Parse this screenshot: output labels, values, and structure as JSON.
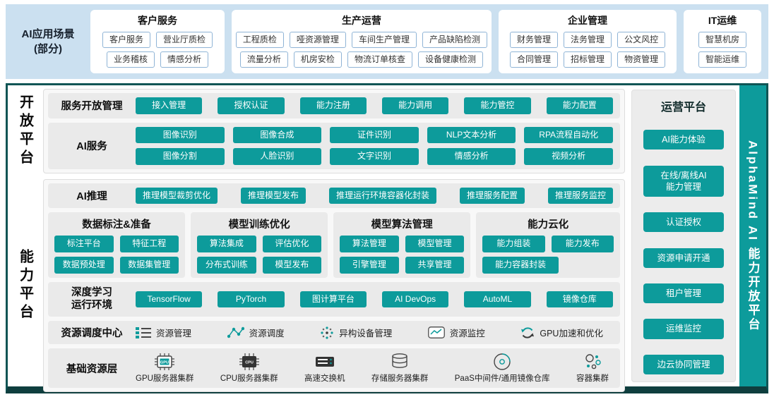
{
  "colors": {
    "accent": "#0d9b9b",
    "band": "#cbe0f0",
    "frame": "#0f5555"
  },
  "top": {
    "label": "AI应用场景\n(部分)",
    "groups": [
      {
        "title": "客户服务",
        "rows": [
          [
            "客户服务",
            "营业厅质检"
          ],
          [
            "业务稽核",
            "情感分析"
          ]
        ]
      },
      {
        "title": "生产运营",
        "rows": [
          [
            "工程质检",
            "哑资源管理",
            "车间生产管理",
            "产品缺陷检测"
          ],
          [
            "流量分析",
            "机房安检",
            "物流订单核查",
            "设备健康检测"
          ]
        ]
      },
      {
        "title": "企业管理",
        "rows": [
          [
            "财务管理",
            "法务管理",
            "公文风控"
          ],
          [
            "合同管理",
            "招标管理",
            "物资管理"
          ]
        ]
      },
      {
        "title": "IT运维",
        "rows": [
          [
            "智慧机房"
          ],
          [
            "智能运维"
          ]
        ]
      }
    ]
  },
  "open_platform": {
    "side_label": "开放平台",
    "service_mgmt": {
      "title": "服务开放管理",
      "buttons": [
        "接入管理",
        "授权认证",
        "能力注册",
        "能力调用",
        "能力管控",
        "能力配置"
      ]
    },
    "ai_services": {
      "title": "AI服务",
      "rows": [
        [
          "图像识别",
          "图像合成",
          "证件识别",
          "NLP文本分析",
          "RPA流程自动化"
        ],
        [
          "图像分割",
          "人脸识别",
          "文字识别",
          "情感分析",
          "视频分析"
        ]
      ]
    }
  },
  "capability_platform": {
    "side_label": "能力平台",
    "inference": {
      "title": "AI推理",
      "buttons": [
        "推理模型裁剪优化",
        "推理模型发布",
        "推理运行环境容器化封装",
        "推理服务配置",
        "推理服务监控"
      ]
    },
    "groups": [
      {
        "title": "数据标注&准备",
        "rows": [
          [
            "标注平台",
            "特征工程"
          ],
          [
            "数据预处理",
            "数据集管理"
          ]
        ]
      },
      {
        "title": "模型训练优化",
        "rows": [
          [
            "算法集成",
            "评估优化"
          ],
          [
            "分布式训练",
            "模型发布"
          ]
        ]
      },
      {
        "title": "模型算法管理",
        "rows": [
          [
            "算法管理",
            "模型管理"
          ],
          [
            "引擎管理",
            "共享管理"
          ]
        ]
      },
      {
        "title": "能力云化",
        "rows": [
          [
            "能力组装",
            "能力发布"
          ],
          [
            "能力容器封装"
          ]
        ]
      }
    ],
    "runtime": {
      "title": "深度学习\n运行环境",
      "buttons": [
        "TensorFlow",
        "PyTorch",
        "图计算平台",
        "AI DevOps",
        "AutoML",
        "镜像仓库"
      ]
    },
    "scheduling": {
      "title": "资源调度中心",
      "items": [
        {
          "icon": "resource-management-icon",
          "label": "资源管理"
        },
        {
          "icon": "resource-scheduling-icon",
          "label": "资源调度"
        },
        {
          "icon": "heterogeneous-device-icon",
          "label": "异构设备管理"
        },
        {
          "icon": "resource-monitor-icon",
          "label": "资源监控"
        },
        {
          "icon": "gpu-acceleration-icon",
          "label": "GPU加速和优化"
        }
      ]
    },
    "base_layer": {
      "title": "基础资源层",
      "items": [
        {
          "icon": "gpu-cluster-icon",
          "label": "GPU服务器集群"
        },
        {
          "icon": "cpu-cluster-icon",
          "label": "CPU服务器集群"
        },
        {
          "icon": "switch-icon",
          "label": "高速交换机"
        },
        {
          "icon": "storage-cluster-icon",
          "label": "存储服务器集群"
        },
        {
          "icon": "paas-middleware-icon",
          "label": "PaaS中间件/通用镜像仓库"
        },
        {
          "icon": "container-cluster-icon",
          "label": "容器集群"
        }
      ]
    }
  },
  "ops_platform": {
    "title": "运营平台",
    "buttons": [
      "AI能力体验",
      "在线/离线AI\n能力管理",
      "认证授权",
      "资源申请开通",
      "租户管理",
      "运维监控",
      "边云协同管理"
    ]
  },
  "brand": {
    "label": "AlphaMind AI 能力开放平台"
  }
}
